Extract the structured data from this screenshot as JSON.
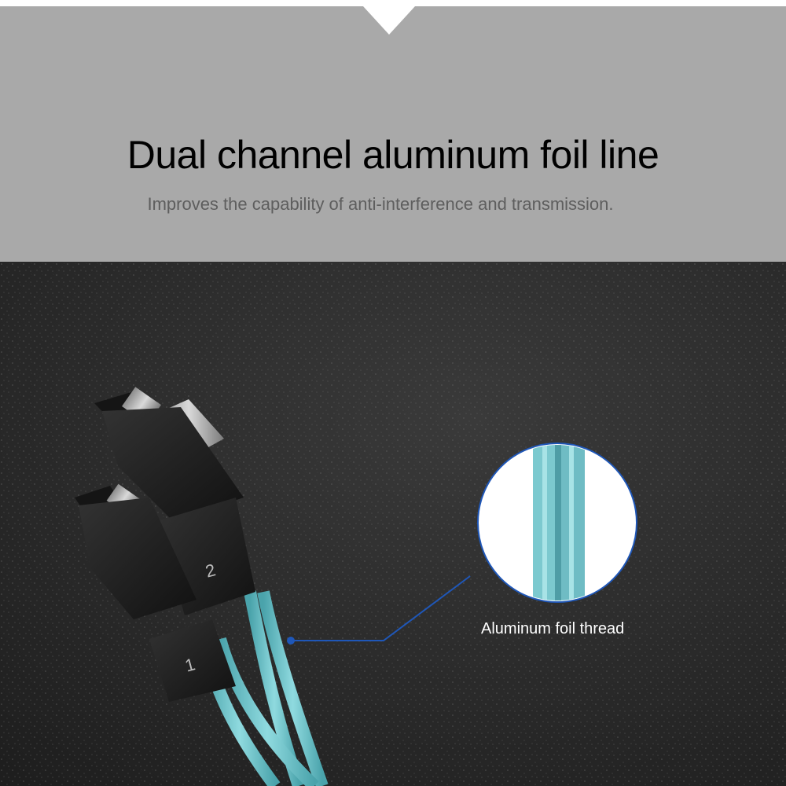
{
  "header": {
    "title": "Dual channel aluminum foil line",
    "subtitle": "Improves the capability of anti-interference and transmission.",
    "background_color": "#a9a9a9"
  },
  "photo": {
    "background_color": "#2b2b2b",
    "cable_color": "#6fc3c8",
    "connector_color": "#1c1c1c",
    "connector_labels": [
      "2",
      "1"
    ],
    "callout": {
      "label": "Aluminum foil thread",
      "line_color": "#1f57b8"
    }
  }
}
